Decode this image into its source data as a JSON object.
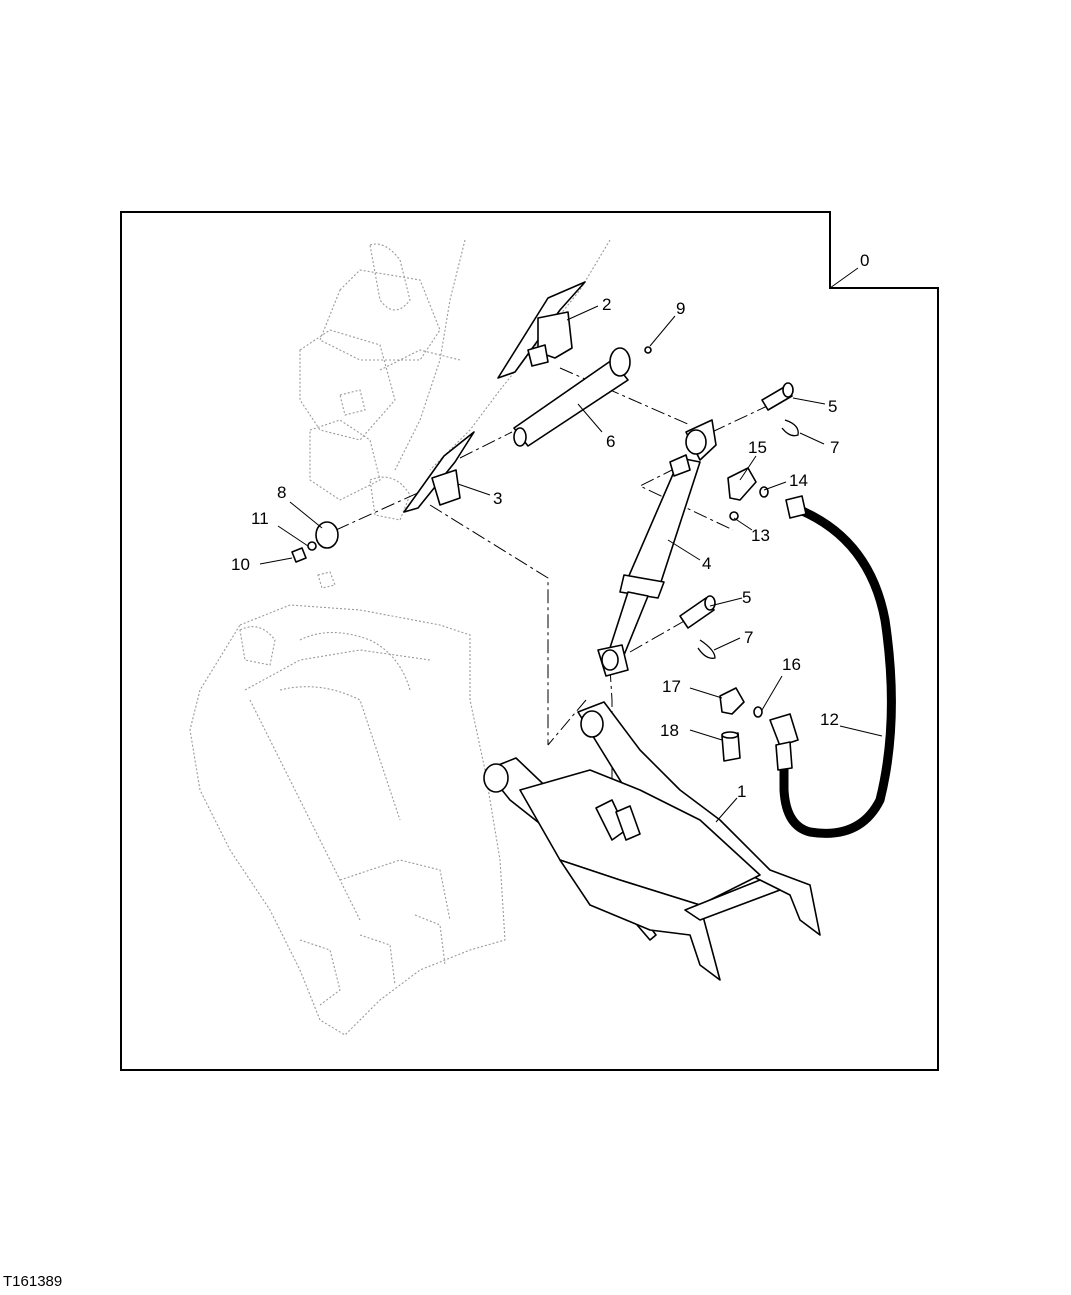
{
  "figure_id": "T161389",
  "callouts": {
    "c0": "0",
    "c1": "1",
    "c2": "2",
    "c3": "3",
    "c4": "4",
    "c5a": "5",
    "c5b": "5",
    "c6": "6",
    "c7a": "7",
    "c7b": "7",
    "c8": "8",
    "c9": "9",
    "c10": "10",
    "c11": "11",
    "c12": "12",
    "c13": "13",
    "c14": "14",
    "c15": "15",
    "c16": "16",
    "c17": "17",
    "c18": "18"
  }
}
